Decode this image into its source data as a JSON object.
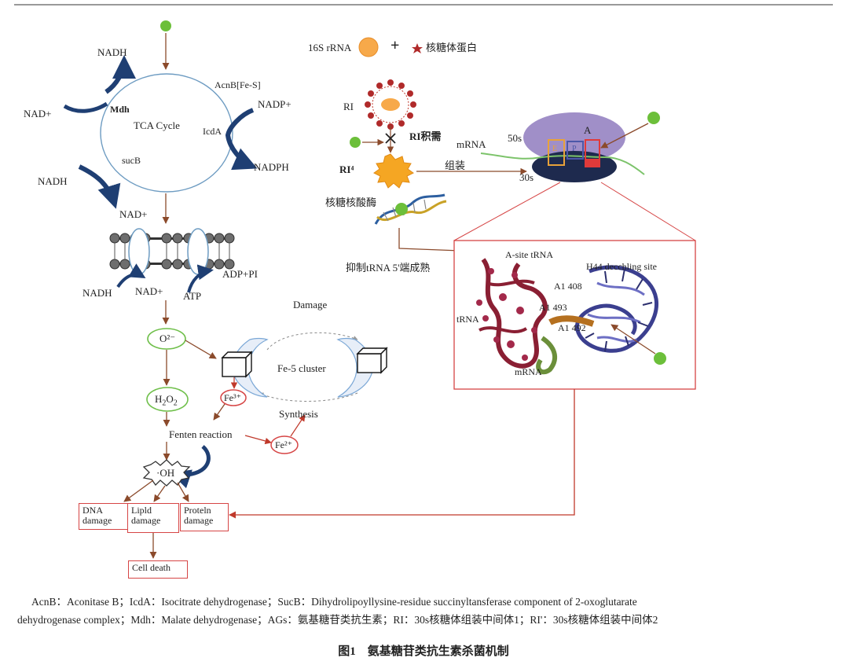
{
  "labels": {
    "nadh_top": "NADH",
    "acnb": "AcnB[Fe-S]",
    "nadp_plus": "NADP+",
    "nad_plus_left": "NAD+",
    "mdh": "Mdh",
    "tca": "TCA Cycle",
    "icda": "IcdA",
    "sucb": "sucB",
    "nadph": "NADPH",
    "nadh_left": "NADH",
    "nad_plus_mid": "NAD+",
    "adp_pi": "ADP+PI",
    "nadh_bottom": "NADH",
    "nad_plus_bottom": "NAD+",
    "atp": "ATP",
    "damage": "Damage",
    "o2": "O²⁻",
    "fe_cluster": "Fe-5 cluster",
    "h2o2_h": "H",
    "h2o2_2a": "2",
    "h2o2_o": "O",
    "h2o2_2b": "2",
    "fe3": "Fe³⁺",
    "synthesis": "Synthesis",
    "fenton": "Fenten reaction",
    "fe2": "Fe²⁺",
    "oh": "·OH",
    "dna1": "DNA",
    "dna2": "damage",
    "lipid1": "Lipld",
    "lipid2": "damage",
    "protein1": "Proteln",
    "protein2": "damage",
    "cell_death": "Cell death",
    "rrna16s": "16S rRNA",
    "plus": "+",
    "ribosomal_protein": "核糖体蛋白",
    "ri": "RI",
    "ri_accum": "RI积需",
    "ri_prime": "RI⁴",
    "assembly": "组装",
    "ribozyme": "核糖核酸酶",
    "inhibit": "抑制tRNA 5'端成熟",
    "s50": "50s",
    "s30": "30s",
    "mrna_top": "mRNA",
    "site_a": "A",
    "site_e": "E",
    "site_p": "P",
    "asite_trna": "A-site tRNA",
    "h44": "H44 decchling site",
    "a1408": "A1 408",
    "a1493": "A1 493",
    "a1492": "A1 492",
    "trna": "tRNA",
    "mrna_bottom": "mRNA"
  },
  "footnote": {
    "line1": "AcnB：Aconitase B；IcdA：Isocitrate dehydrogenase；SucB：Dihydrolipoyllysine-residue succinyltansferase component of 2-oxoglutarate",
    "line2": "dehydrogenase complex；Mdh：Malate dehydrogenase；AGs：氨基糖苷类抗生素；RI：30s核糖体组装中间体1；RI'：30s核糖体组装中间体2"
  },
  "caption": "图1　氨基糖苷类抗生素杀菌机制",
  "colors": {
    "drug_dot": "#6cbf3a",
    "arrow_brown": "#8b4a2b",
    "curve_navy": "#1f3f73",
    "red_box": "#d64545",
    "subunit_50s": "#a08fc8",
    "subunit_30s": "#1e2a4e",
    "trna_red": "#8a1f33",
    "rrna_blue": "#3b3f8f",
    "mrna_green": "#6b8f3a"
  }
}
